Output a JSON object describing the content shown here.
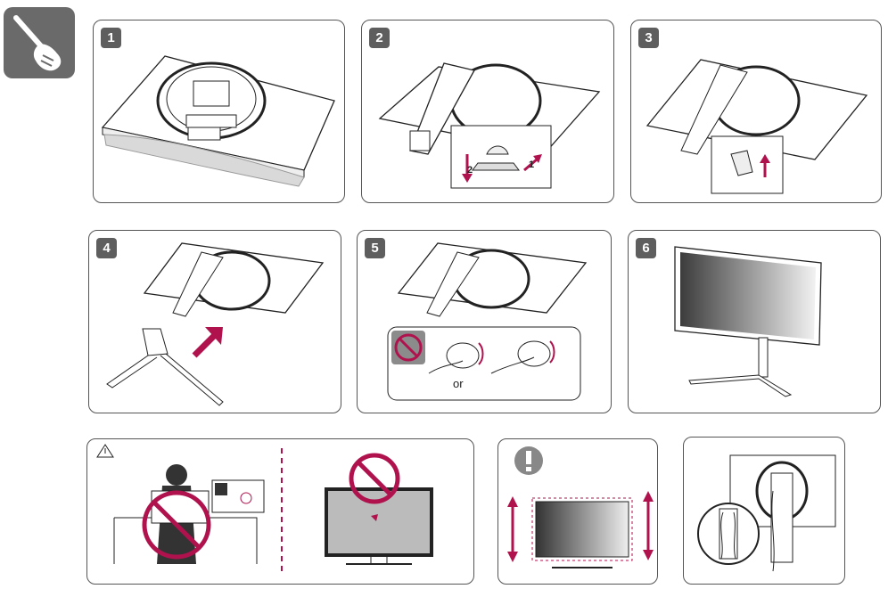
{
  "steps": [
    {
      "number": "1"
    },
    {
      "number": "2"
    },
    {
      "number": "3"
    },
    {
      "number": "4"
    },
    {
      "number": "5"
    },
    {
      "number": "6"
    }
  ],
  "step2": {
    "arrow_labels": [
      "2",
      "1"
    ]
  },
  "step5": {
    "or_label": "or"
  },
  "icons": {
    "tool": "screwdriver-hand-icon",
    "caution": "warning-triangle-icon",
    "note": "exclamation-icon",
    "prohibited": "prohibited-icon"
  },
  "colors": {
    "accent": "#b0124e",
    "badge": "#5e5e5e",
    "line": "#333333"
  }
}
